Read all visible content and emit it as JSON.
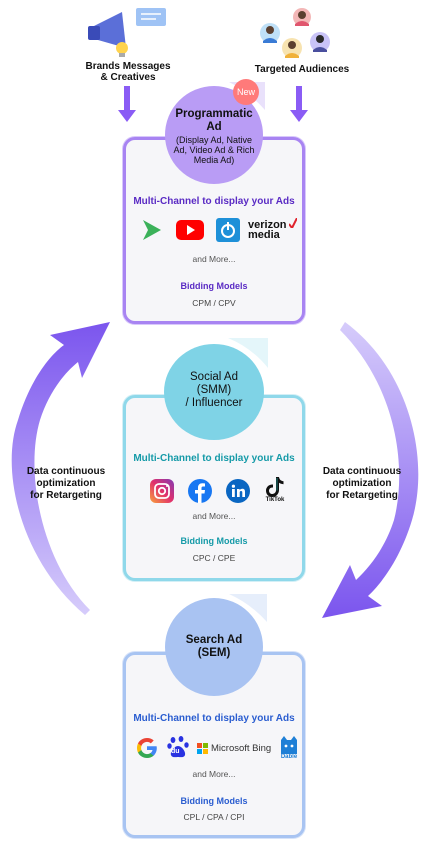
{
  "header": {
    "left_label_line1": "Brands Messages",
    "left_label_line2": "& Creatives",
    "right_label": "Targeted Audiences"
  },
  "cards": [
    {
      "badge": "New",
      "title": "Programmatic",
      "title2": "Ad",
      "subtitle_lines": [
        "(Display Ad, Native",
        "Ad, Video Ad & Rich",
        "Media Ad)"
      ],
      "multichannel": "Multi-Channel to display your Ads",
      "more": "and More...",
      "bidding_label": "Bidding Models",
      "bidding_value": "CPM / CPV",
      "channel_icons": [
        "play-arrow-icon",
        "youtube-icon",
        "power-icon",
        "verizon-media-logo"
      ],
      "verizon_line1": "verizon",
      "verizon_line2": "media"
    },
    {
      "title_lines": [
        "Social Ad",
        "(SMM)",
        "/ Influencer"
      ],
      "multichannel": "Multi-Channel to display your Ads",
      "more": "and More...",
      "bidding_label": "Bidding Models",
      "bidding_value": "CPC / CPE",
      "channel_icons": [
        "instagram-icon",
        "facebook-icon",
        "linkedin-icon",
        "tiktok-icon"
      ],
      "tiktok_label": "TikTok"
    },
    {
      "title_lines": [
        "Search Ad",
        "(SEM)"
      ],
      "multichannel": "Multi-Channel to display your Ads",
      "more": "and More...",
      "bidding_label": "Bidding Models",
      "bidding_value": "CPL / CPA / CPI",
      "channel_icons": [
        "google-icon",
        "baidu-icon",
        "microsoft-bing-logo",
        "dable-icon"
      ],
      "bing_label": "Microsoft Bing",
      "dable_label": "Dable",
      "baidu_label": "du"
    }
  ],
  "side_left": [
    "Data continuous",
    "optimization",
    "for Retargeting"
  ],
  "side_right": [
    "Data continuous",
    "optimization",
    "for Retargeting"
  ],
  "colors": {
    "purple": "#9b6cf0",
    "cyan": "#7fd3e6",
    "blue": "#9cbcf0",
    "arrow": "#8a5cf5"
  }
}
